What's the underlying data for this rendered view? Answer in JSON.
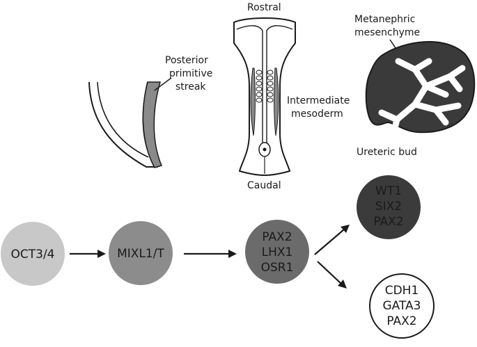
{
  "labels": {
    "posterior": [
      "Posterior",
      "primitive",
      "streak"
    ],
    "rostral": "Rostral",
    "caudal": "Caudal",
    "intermediate": [
      "Intermediate",
      "mesoderm"
    ],
    "metanephric": [
      "Metanephric",
      "mesenchyme"
    ],
    "ureteric": "Ureteric bud"
  },
  "nodes": [
    {
      "id": "oct",
      "lines": [
        "OCT3/4"
      ],
      "fill": "#c8c8c8",
      "text": "light"
    },
    {
      "id": "mixl",
      "lines": [
        "MIXL1/T"
      ],
      "fill": "#8c8c8c",
      "text": "light"
    },
    {
      "id": "pax2",
      "lines": [
        "PAX2",
        "LHX1",
        "OSR1"
      ],
      "fill": "#6b6b6b",
      "text": "light"
    },
    {
      "id": "wt1",
      "lines": [
        "WT1",
        "SIX2",
        "PAX2"
      ],
      "fill": "#3b3b3b",
      "text": "dark"
    },
    {
      "id": "cdh1",
      "lines": [
        "CDH1",
        "GATA3",
        "PAX2"
      ],
      "fill": "#ffffff",
      "text": "light"
    }
  ],
  "colors": {
    "line": "#1a1a1a",
    "streak": "#8a8a8a",
    "kidney": "#3a3a3a"
  }
}
